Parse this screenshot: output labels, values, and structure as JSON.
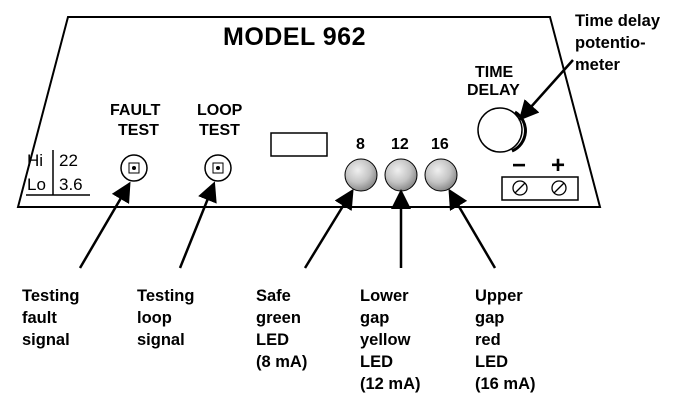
{
  "model": "MODEL 962",
  "panel": {
    "fault_test": [
      "FAULT",
      "TEST"
    ],
    "loop_test": [
      "LOOP",
      "TEST"
    ],
    "time_delay": [
      "TIME",
      "DELAY"
    ],
    "hi_label": "Hi",
    "hi_value": "22",
    "lo_label": "Lo",
    "lo_value": "3.6",
    "minus": "−",
    "plus": "+"
  },
  "leds": [
    {
      "label": "8",
      "color": "#c0c0c0"
    },
    {
      "label": "12",
      "color": "#c0c0c0"
    },
    {
      "label": "16",
      "color": "#c0c0c0"
    }
  ],
  "callouts": {
    "time_delay_pot": [
      "Time delay",
      "potentio-",
      "meter"
    ],
    "testing_fault": [
      "Testing",
      "fault",
      "signal"
    ],
    "testing_loop": [
      "Testing",
      "loop",
      "signal"
    ],
    "safe_green": [
      "Safe",
      "green",
      "LED",
      "(8 mA)"
    ],
    "lower_gap": [
      "Lower",
      "gap",
      "yellow",
      "LED",
      "(12 mA)"
    ],
    "upper_gap": [
      "Upper",
      "gap",
      "red",
      "LED",
      "(16 mA)"
    ]
  }
}
